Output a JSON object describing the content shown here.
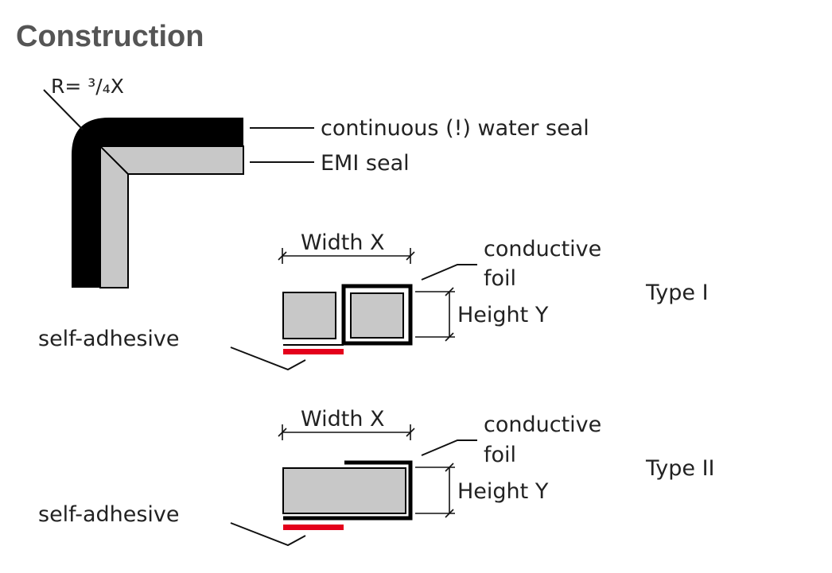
{
  "title": "Construction",
  "corner": {
    "radius_label": "R= ³/₄X",
    "water_seal_label": "continuous (!) water seal",
    "emi_seal_label": "EMI seal"
  },
  "type1": {
    "width_label": "Width X",
    "foil_line1": "conductive",
    "foil_line2": "foil",
    "height_label": "Height Y",
    "adhesive_label": "self-adhesive",
    "type_label": "Type I"
  },
  "type2": {
    "width_label": "Width X",
    "foil_line1": "conductive",
    "foil_line2": "foil",
    "height_label": "Height Y",
    "adhesive_label": "self-adhesive",
    "type_label": "Type II"
  },
  "colors": {
    "water_seal": "#000000",
    "emi_seal": "#c8c8c8",
    "adhesive": "#e4001b",
    "title": "#555555"
  }
}
